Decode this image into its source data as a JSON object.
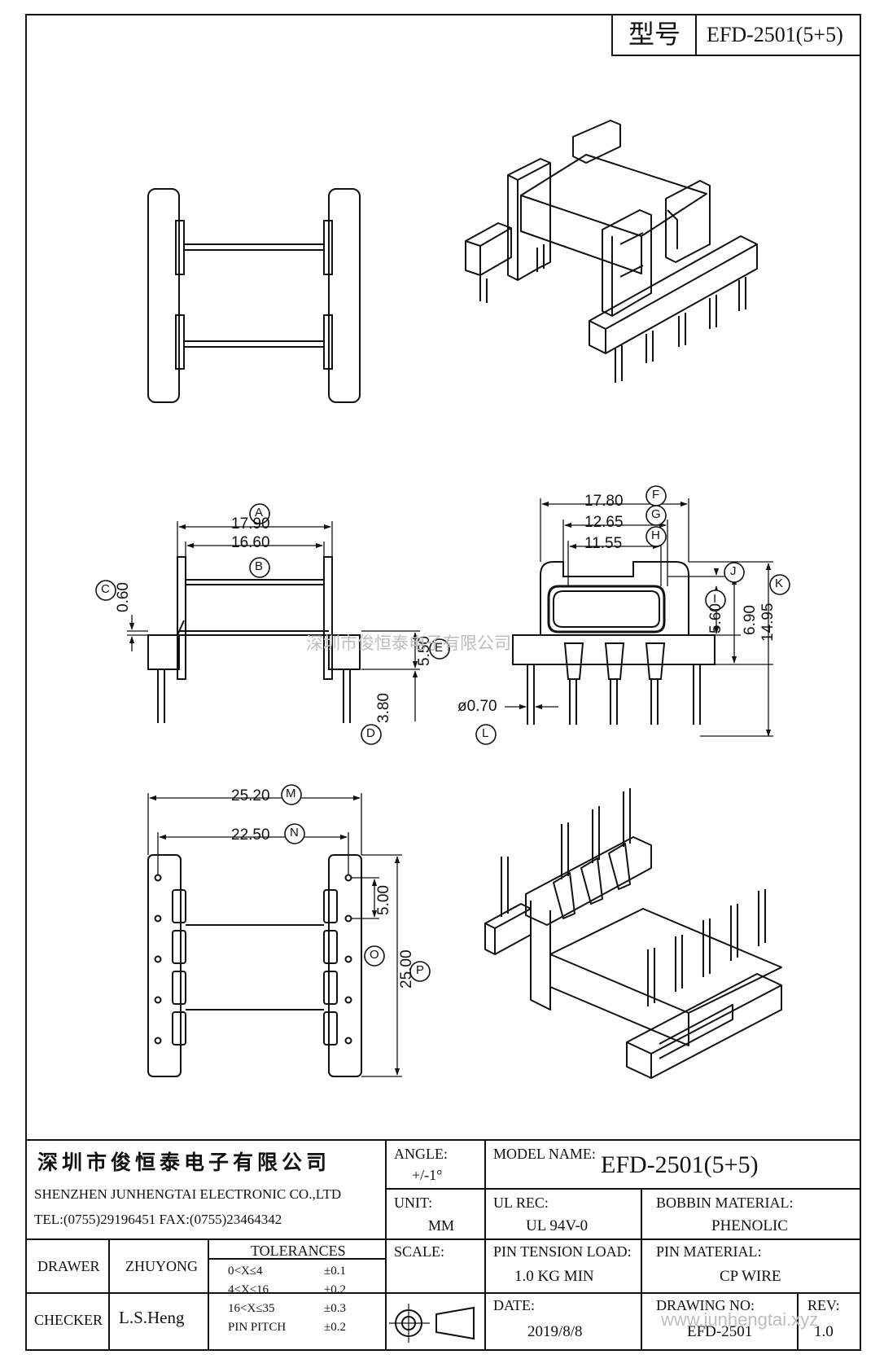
{
  "header": {
    "type_label": "型号",
    "type_value": "EFD-2501(5+5)"
  },
  "dimensions": {
    "a_label": "A",
    "a_value": "17.90",
    "b_label": "B",
    "b_value": "16.60",
    "c_label": "C",
    "c_value": "0.60",
    "d_label": "D",
    "d_value": "3.80",
    "e_label": "E",
    "e_value": "5.50",
    "f_label": "F",
    "f_value": "17.80",
    "g_label": "G",
    "g_value": "12.65",
    "h_label": "H",
    "h_value": "11.55",
    "i_label": "I",
    "i_value": "5.60",
    "j_label": "J",
    "j_value": "6.90",
    "k_label": "K",
    "k_value": "14.95",
    "l_label": "L",
    "l_value": "ø0.70",
    "m_label": "M",
    "m_value": "25.20",
    "n_label": "N",
    "n_value": "22.50",
    "o_label": "O",
    "o_value": "5.00",
    "p_label": "P",
    "p_value": "25.00"
  },
  "watermark_center": "深圳市俊恒泰电子有限公司",
  "watermark_corner": "www.junhengtai.xyz",
  "title_block": {
    "company_cn": "深圳市俊恒泰电子有限公司",
    "company_en": "SHENZHEN JUNHENGTAI ELECTRONIC CO.,LTD",
    "contact": "TEL:(0755)29196451 FAX:(0755)23464342",
    "angle_label": "ANGLE:",
    "angle_value": "+/-1°",
    "model_label": "MODEL NAME:",
    "model_value": "EFD-2501(5+5)",
    "unit_label": "UNIT:",
    "unit_value": "MM",
    "ul_label": "UL REC:",
    "ul_value": "UL 94V-0",
    "bobbin_label": "BOBBIN MATERIAL:",
    "bobbin_value": "PHENOLIC",
    "scale_label": "SCALE:",
    "pin_tension_label": "PIN TENSION LOAD:",
    "pin_tension_value": "1.0 KG MIN",
    "pin_material_label": "PIN MATERIAL:",
    "pin_material_value": "CP WIRE",
    "drawer_label": "DRAWER",
    "drawer_value": "ZHUYONG",
    "checker_label": "CHECKER",
    "checker_value": "L.S.Heng",
    "tolerances_label": "TOLERANCES",
    "tolerances": [
      {
        "range": "0<X≤4",
        "value": "±0.1"
      },
      {
        "range": "4<X≤16",
        "value": "±0.2"
      },
      {
        "range": "16<X≤35",
        "value": "±0.3"
      },
      {
        "range": "PIN PITCH",
        "value": "±0.2"
      }
    ],
    "date_label": "DATE:",
    "date_value": "2019/8/8",
    "drawing_no_label": "DRAWING NO:",
    "drawing_no_value": "EFD-2501",
    "rev_label": "REV:",
    "rev_value": "1.0"
  }
}
